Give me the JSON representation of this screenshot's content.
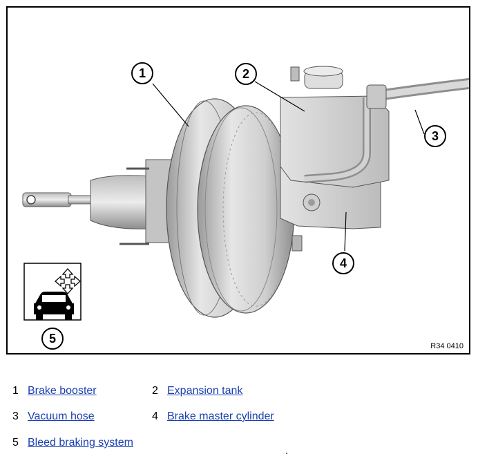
{
  "figure": {
    "reference": "R34 0410",
    "callouts": [
      "1",
      "2",
      "3",
      "4",
      "5"
    ]
  },
  "legend": {
    "items": [
      {
        "number": "1",
        "label": "Brake booster"
      },
      {
        "number": "2",
        "label": "Expansion tank"
      },
      {
        "number": "3",
        "label": "Vacuum hose"
      },
      {
        "number": "4",
        "label": "Brake master cylinder"
      },
      {
        "number": "5",
        "label": "Bleed braking system"
      }
    ]
  },
  "colors": {
    "link": "#1a3fb0",
    "part_fill": "#d6d6d6",
    "part_shadow": "#a9a9a9",
    "outline": "#000000"
  }
}
